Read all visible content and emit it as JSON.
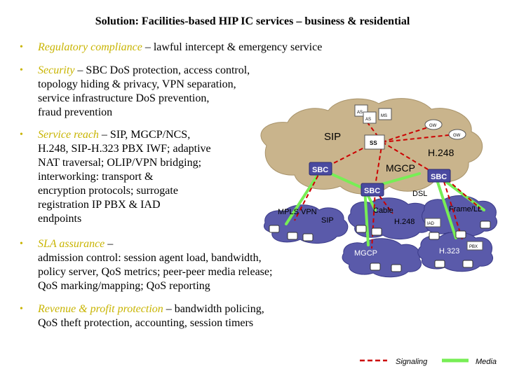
{
  "title": "Solution: Facilities-based HIP IC services – business & residential",
  "bullets": [
    {
      "head": "Regulatory compliance",
      "lines": [
        " – lawful intercept & emergency service"
      ]
    },
    {
      "head": "Security",
      "lines": [
        " – SBC DoS protection, access control,",
        "topology hiding & privacy, VPN separation,",
        "service infrastructure DoS prevention,",
        "fraud prevention"
      ]
    },
    {
      "head": "Service reach",
      "lines": [
        " – SIP, MGCP/NCS,",
        "H.248, SIP-H.323 PBX IWF; adaptive",
        "NAT traversal; OLIP/VPN bridging;",
        "interworking: transport &",
        "encryption protocols; surrogate",
        "registration IP PBX & IAD",
        "endpoints"
      ]
    },
    {
      "head": "SLA assurance",
      "lines": [
        " –",
        "admission control: session agent load, bandwidth,",
        "policy server, QoS metrics; peer-peer media release;",
        "QoS marking/mapping; QoS reporting"
      ]
    },
    {
      "head": "Revenue & profit protection",
      "lines": [
        " – bandwidth policing,",
        "QoS theft protection, accounting, session timers"
      ]
    }
  ],
  "diagram": {
    "labels": {
      "sip_top": "SIP",
      "h248_top": "H.248",
      "mgcp_top": "MGCP",
      "sbc_left": "SBC",
      "sbc_right": "SBC",
      "sbc_center": "SBC",
      "ss": "SS",
      "gw1": "GW",
      "gw2": "GW",
      "as1": "AS",
      "as2": "AS",
      "ms": "MS",
      "dsl": "DSL",
      "cable": "Cable",
      "frame_ll": "Frame/LL",
      "h248_mid": "H.248",
      "mpls_vpn": "MPLS VPN",
      "sip_left": "SIP",
      "mgcp_bottom": "MGCP",
      "h323": "H.323",
      "iad": "IAD",
      "pbx": "PBX"
    },
    "colors": {
      "core_cloud": "#c9b48c",
      "access_cloud": "#5a5aaa",
      "signaling": "#cc0000",
      "media": "#77ee55",
      "bullet_accent": "#c8b400"
    }
  },
  "legend": {
    "signaling": "Signaling",
    "media": "Media"
  }
}
